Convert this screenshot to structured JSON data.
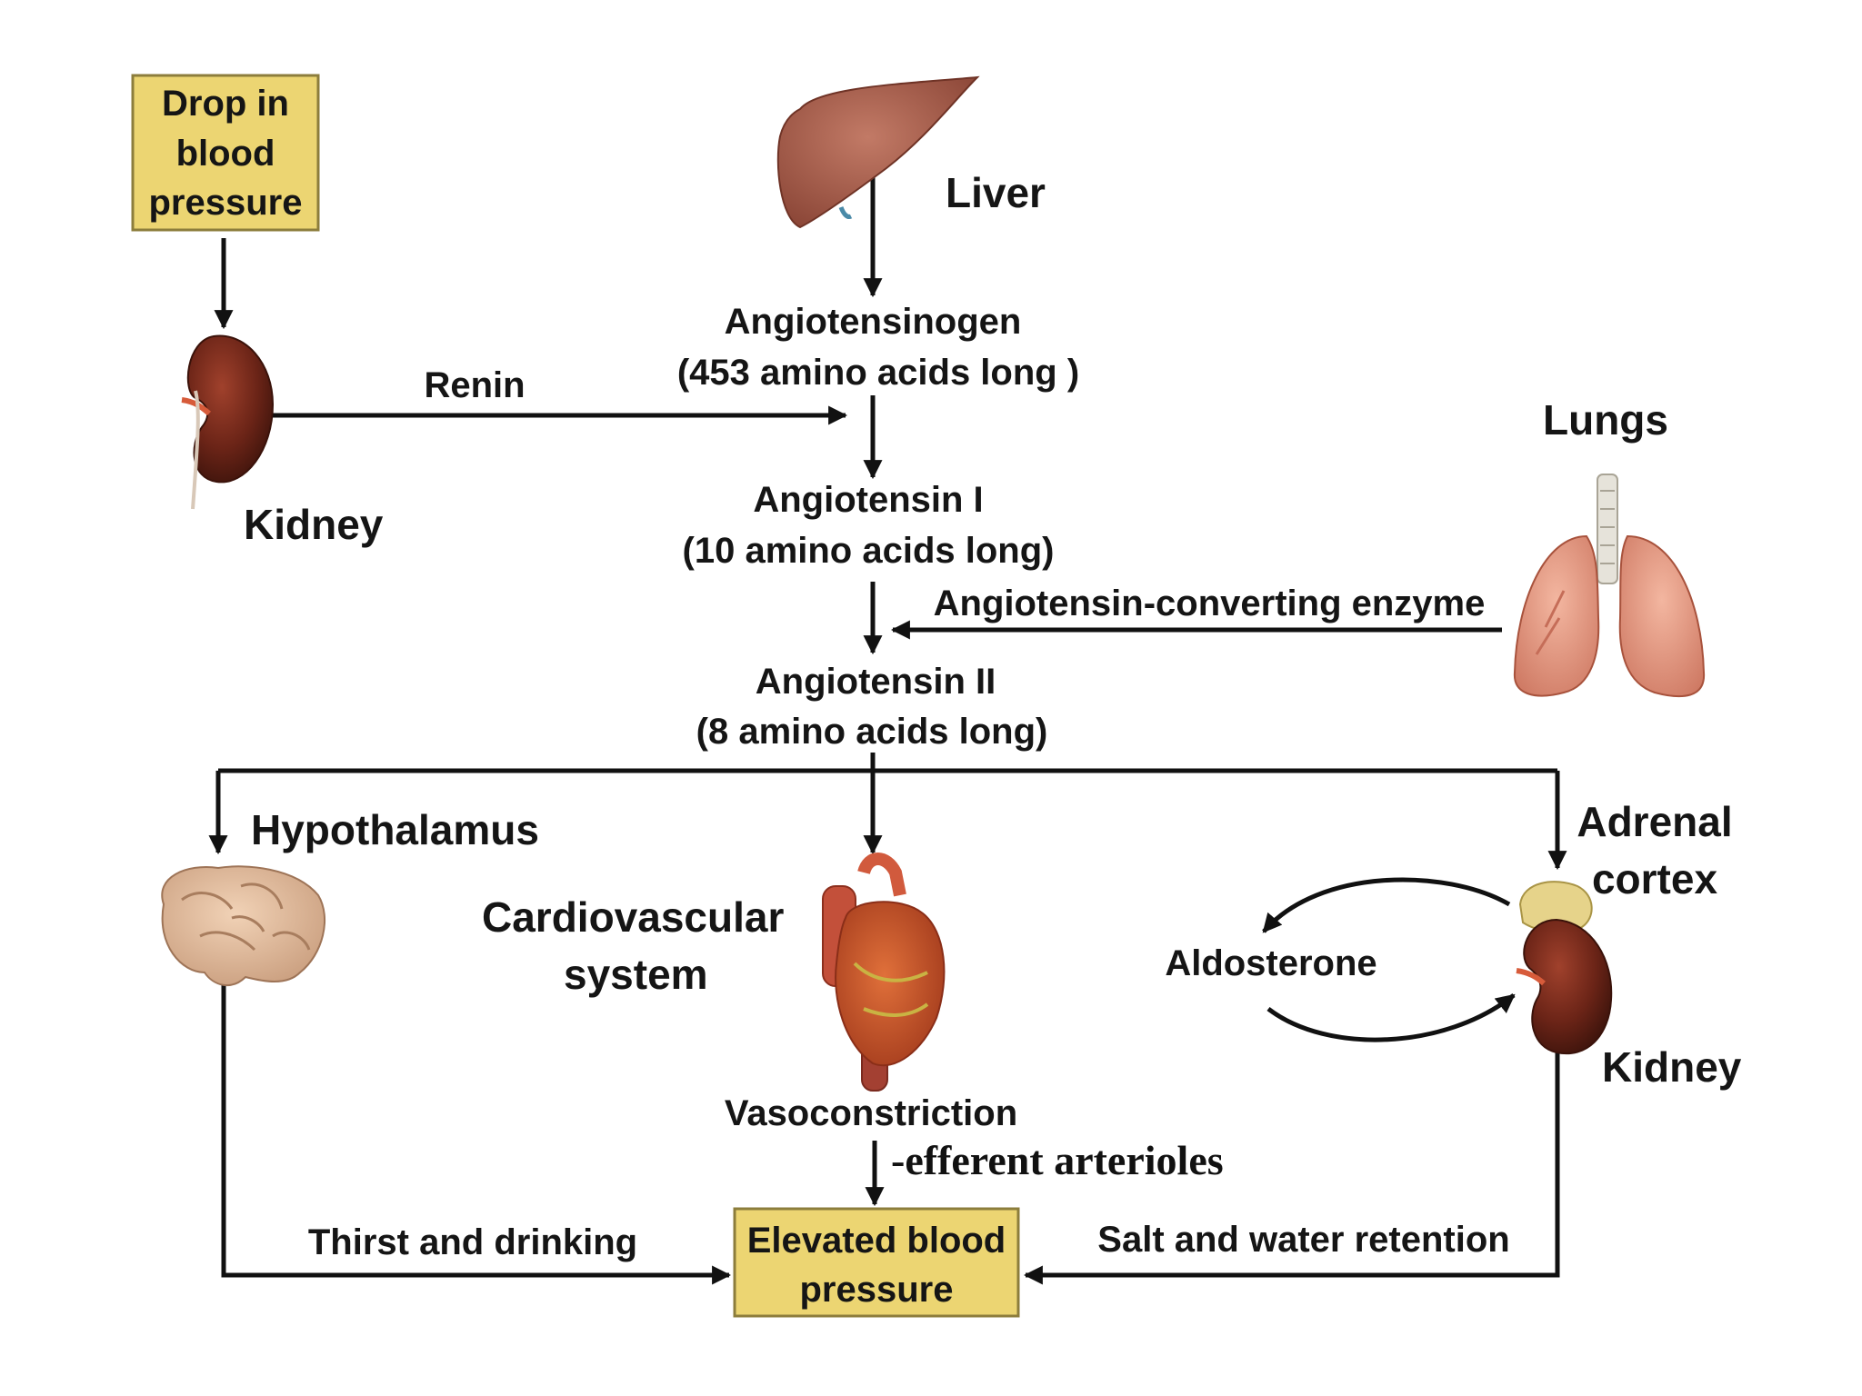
{
  "boxes": {
    "drop_line1": "Drop in",
    "drop_line2": "blood",
    "drop_line3": "pressure",
    "elevated_line1": "Elevated blood",
    "elevated_line2": "pressure"
  },
  "organs": {
    "liver": "Liver",
    "kidney_left": "Kidney",
    "lungs": "Lungs",
    "hypothalamus": "Hypothalamus",
    "cardio_line1": "Cardiovascular",
    "cardio_line2": "system",
    "adrenal_line1": "Adrenal",
    "adrenal_line2": "cortex",
    "kidney_right": "Kidney"
  },
  "molecules": {
    "angiotensinogen": "Angiotensinogen",
    "angiotensinogen_len": "(453 amino acids long )",
    "angiotensin1": "Angiotensin I",
    "angiotensin1_len": "(10 amino acids long)",
    "angiotensin2": "Angiotensin II",
    "angiotensin2_len": "(8 amino acids long)"
  },
  "arrows": {
    "renin": "Renin",
    "ace": "Angiotensin-converting enzyme",
    "aldosterone": "Aldosterone",
    "vasoconstriction": "Vasoconstriction",
    "efferent": "-efferent arterioles",
    "thirst": "Thirst and drinking",
    "salt_water": "Salt and water retention"
  },
  "colors": {
    "box_fill": "#ecd572",
    "box_border": "#8c7d3c",
    "text": "#151515",
    "line": "#111111"
  }
}
